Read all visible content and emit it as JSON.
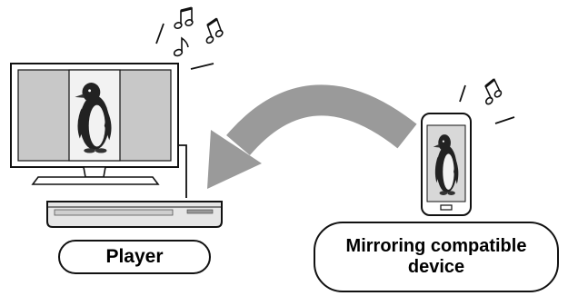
{
  "labels": {
    "player": "Player",
    "device": "Mirroring compatible device"
  },
  "icons": {
    "tv": "television-icon",
    "player": "blu-ray-player-icon",
    "phone": "smartphone-icon",
    "arrow": "curved-arrow-icon",
    "music": "music-notes-icon",
    "penguin": "penguin-image"
  },
  "colors": {
    "outline": "#111111",
    "screen_panel": "#c8c8c8",
    "arrow": "#9a9a9a",
    "phone_screen": "#d8d8d8"
  }
}
